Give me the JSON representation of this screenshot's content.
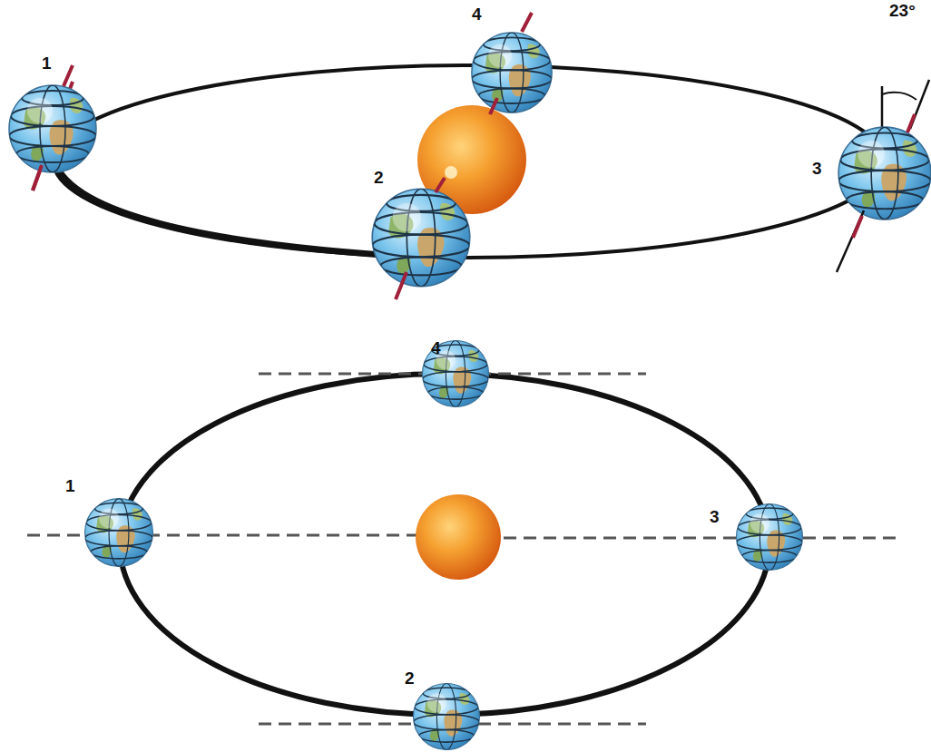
{
  "diagram": {
    "labels": [
      "1",
      "4",
      "23°",
      "2",
      "3",
      "4",
      "1",
      "3",
      "2"
    ]
  }
}
